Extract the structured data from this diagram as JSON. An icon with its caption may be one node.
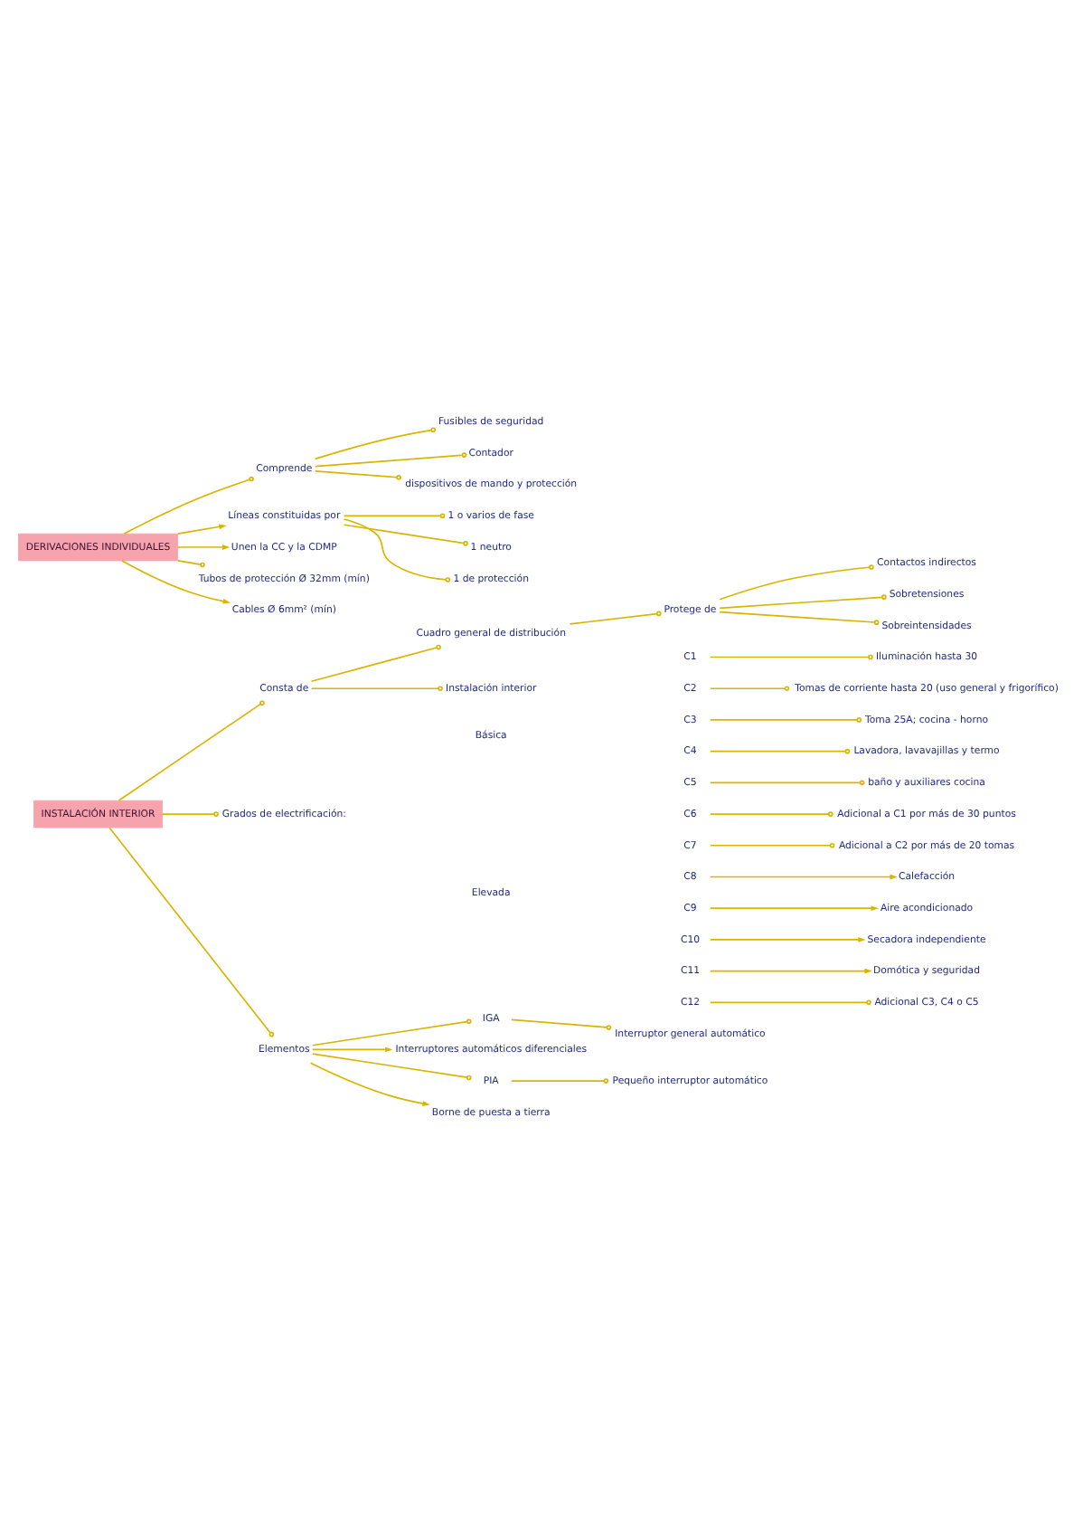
{
  "diagram": {
    "nodes": [
      {
        "text": [
          "DERIVACIONES INDIVIDUALES"
        ]
      },
      {
        "text": [
          "Comprende"
        ]
      },
      {
        "text": [
          "Fusibles de seguridad"
        ]
      },
      {
        "text": [
          "Contador"
        ]
      },
      {
        "text": [
          "dispositivos de mando y protección"
        ]
      },
      {
        "text": [
          "Líneas constituidas por"
        ]
      },
      {
        "text": [
          "1 o varios de fase"
        ]
      },
      {
        "text": [
          "1 neutro"
        ]
      },
      {
        "text": [
          "1 de protección"
        ]
      },
      {
        "text": [
          "Unen la CC y la CDMP"
        ]
      },
      {
        "text": [
          "Tubos de protección Ø 32mm (mín)"
        ]
      },
      {
        "text": [
          "Cables Ø 6mm² (mín)"
        ]
      },
      {
        "text": [
          "Protege de"
        ]
      },
      {
        "text": [
          "Contactos indirectos"
        ]
      },
      {
        "text": [
          "Sobretensiones"
        ]
      },
      {
        "text": [
          "Sobreintensidades"
        ]
      },
      {
        "text": [
          "INSTALACIÓN INTERIOR"
        ]
      },
      {
        "text": [
          "Consta de"
        ]
      },
      {
        "text": [
          "Cuadro general de distribución"
        ]
      },
      {
        "text": [
          "Instalación interior"
        ]
      },
      {
        "text": [
          "Grados de electrificación:"
        ]
      },
      {
        "text": [
          "Básica"
        ]
      },
      {
        "text": [
          "C1"
        ]
      },
      {
        "text": [
          "Iluminación hasta 30"
        ]
      },
      {
        "text": [
          "C2"
        ]
      },
      {
        "text": [
          "Tomas de corriente hasta 20 (uso general y frigorífico)"
        ]
      },
      {
        "text": [
          "C3"
        ]
      },
      {
        "text": [
          "Toma 25A; cocina - horno"
        ]
      },
      {
        "text": [
          "C4"
        ]
      },
      {
        "text": [
          "Lavadora, lavavajillas y termo"
        ]
      },
      {
        "text": [
          "C5"
        ]
      },
      {
        "text": [
          "baño y auxiliares cocina"
        ]
      },
      {
        "text": [
          "Elevada"
        ]
      },
      {
        "text": [
          "C6"
        ]
      },
      {
        "text": [
          "Adicional a C1 por más de 30 puntos"
        ]
      },
      {
        "text": [
          "C7"
        ]
      },
      {
        "text": [
          "Adicional a C2 por más de 20 tomas"
        ]
      },
      {
        "text": [
          "C8"
        ]
      },
      {
        "text": [
          "Calefacción"
        ]
      },
      {
        "text": [
          "C9"
        ]
      },
      {
        "text": [
          "Aire acondicionado"
        ]
      },
      {
        "text": [
          "C10"
        ]
      },
      {
        "text": [
          "Secadora independiente"
        ]
      },
      {
        "text": [
          "C11"
        ]
      },
      {
        "text": [
          "Domótica y seguridad"
        ]
      },
      {
        "text": [
          "C12"
        ]
      },
      {
        "text": [
          "Adicional C3, C4 o C5"
        ]
      },
      {
        "text": [
          "Elementos"
        ]
      },
      {
        "text": [
          "IGA"
        ]
      },
      {
        "text": [
          "Interruptor general automático"
        ]
      },
      {
        "text": [
          "Interruptores automáticos diferenciales"
        ]
      },
      {
        "text": [
          "PIA"
        ]
      },
      {
        "text": [
          "Pequeño interruptor automático"
        ]
      },
      {
        "text": [
          "Borne de puesta a tierra"
        ]
      }
    ],
    "edges": [
      {
        "from": 0,
        "to": 1,
        "arrow": "other"
      },
      {
        "from": 0,
        "to": 5,
        "arrow": "to"
      },
      {
        "from": 0,
        "to": 9,
        "arrow": "to"
      },
      {
        "from": 0,
        "to": 10,
        "arrow": "other"
      },
      {
        "from": 0,
        "to": 11,
        "arrow": "to"
      },
      {
        "from": 1,
        "to": 2,
        "arrow": "other"
      },
      {
        "from": 1,
        "to": 3,
        "arrow": "other"
      },
      {
        "from": 1,
        "to": 4,
        "arrow": "other"
      },
      {
        "from": 5,
        "to": 6,
        "arrow": "other"
      },
      {
        "from": 5,
        "to": 7,
        "arrow": "other"
      },
      {
        "from": 5,
        "to": 8,
        "arrow": "other"
      },
      {
        "from": 18,
        "to": 12,
        "arrow": "other"
      },
      {
        "from": 12,
        "to": 13,
        "arrow": "other"
      },
      {
        "from": 12,
        "to": 14,
        "arrow": "other"
      },
      {
        "from": 12,
        "to": 15,
        "arrow": "other"
      },
      {
        "from": 16,
        "to": 17,
        "arrow": "other"
      },
      {
        "from": 17,
        "to": 18,
        "arrow": "other"
      },
      {
        "from": 17,
        "to": 19,
        "arrow": "other"
      },
      {
        "from": 16,
        "to": 20,
        "arrow": "other"
      },
      {
        "from": 16,
        "to": 47,
        "arrow": "other"
      },
      {
        "from": 22,
        "to": 23,
        "arrow": "other"
      },
      {
        "from": 24,
        "to": 25,
        "arrow": "other"
      },
      {
        "from": 26,
        "to": 27,
        "arrow": "other"
      },
      {
        "from": 28,
        "to": 29,
        "arrow": "other"
      },
      {
        "from": 30,
        "to": 31,
        "arrow": "other"
      },
      {
        "from": 33,
        "to": 34,
        "arrow": "other"
      },
      {
        "from": 35,
        "to": 36,
        "arrow": "other"
      },
      {
        "from": 37,
        "to": 38,
        "arrow": "to"
      },
      {
        "from": 39,
        "to": 40,
        "arrow": "to"
      },
      {
        "from": 41,
        "to": 42,
        "arrow": "to"
      },
      {
        "from": 43,
        "to": 44,
        "arrow": "to"
      },
      {
        "from": 45,
        "to": 46,
        "arrow": "other"
      },
      {
        "from": 47,
        "to": 48,
        "arrow": "other"
      },
      {
        "from": 47,
        "to": 50,
        "arrow": "to"
      },
      {
        "from": 47,
        "to": 51,
        "arrow": "other"
      },
      {
        "from": 47,
        "to": 53,
        "arrow": "to"
      },
      {
        "from": 48,
        "to": 49,
        "arrow": "other"
      },
      {
        "from": 51,
        "to": 52,
        "arrow": "other"
      }
    ]
  }
}
